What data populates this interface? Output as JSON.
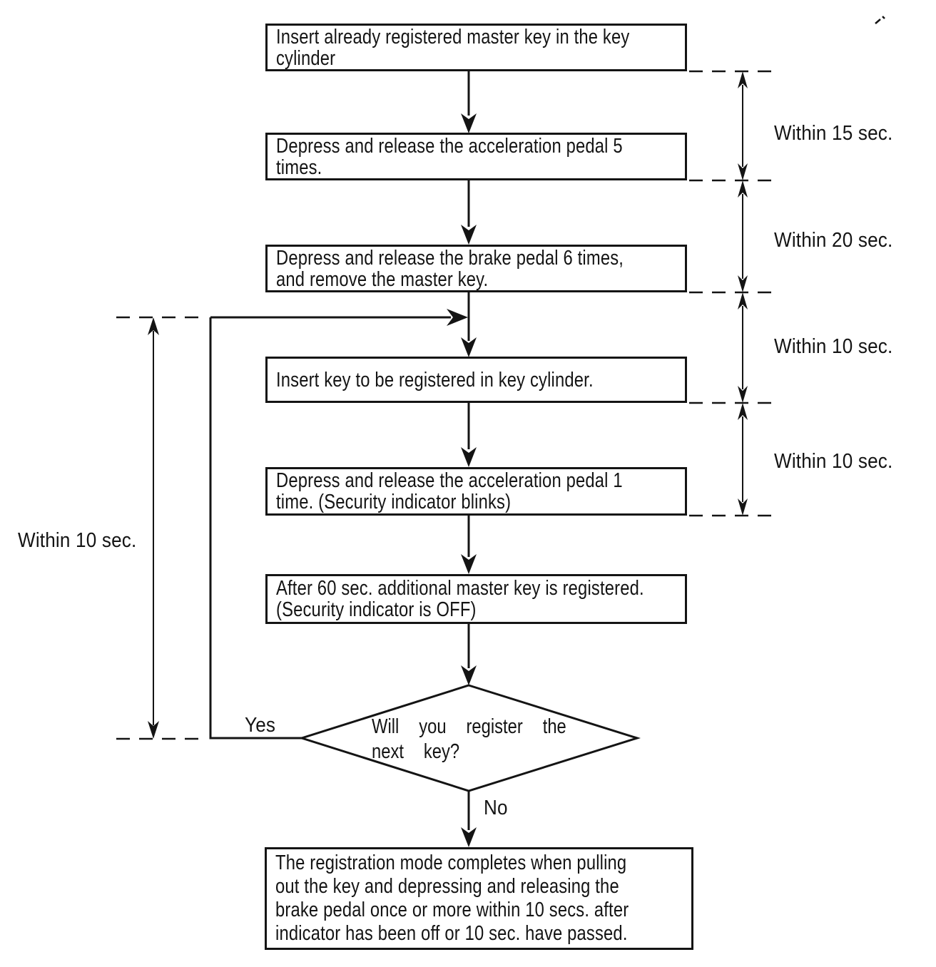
{
  "flowchart": {
    "steps": [
      {
        "name": "insert-registered-master-key",
        "lines": [
          "Insert already registered master key in the key",
          "cylinder"
        ]
      },
      {
        "name": "depress-acceleration-pedal-5-times",
        "lines": [
          "Depress and release the acceleration pedal 5",
          "times."
        ]
      },
      {
        "name": "depress-brake-pedal-6-times",
        "lines": [
          "Depress and release the brake pedal 6 times,",
          "and remove the master key."
        ]
      },
      {
        "name": "insert-key-to-register",
        "lines": [
          "Insert key to be registered in key cylinder."
        ]
      },
      {
        "name": "depress-acceleration-pedal-1-time",
        "lines": [
          "Depress and release the acceleration pedal 1",
          "time. (Security indicator blinks)"
        ]
      },
      {
        "name": "additional-master-key-registered",
        "lines": [
          "After 60 sec. additional master key is registered.",
          "(Security indicator is OFF)"
        ]
      },
      {
        "name": "registration-mode-completes",
        "lines": [
          "The registration mode completes when pulling",
          "out the key and depressing and releasing the",
          "brake pedal once or more within 10 secs. after",
          "indicator has been off or 10 sec. have passed."
        ]
      }
    ],
    "decision": {
      "lines": [
        "Will you register the",
        "next key?"
      ]
    },
    "branch_labels": {
      "yes": "Yes",
      "no": "No"
    },
    "timing_labels": {
      "right": [
        "Within 15 sec.",
        "Within 20 sec.",
        "Within 10 sec.",
        "Within 10 sec."
      ],
      "left": "Within 10 sec."
    },
    "colors": {
      "ink": "#141414",
      "paper": "#ffffff"
    }
  }
}
